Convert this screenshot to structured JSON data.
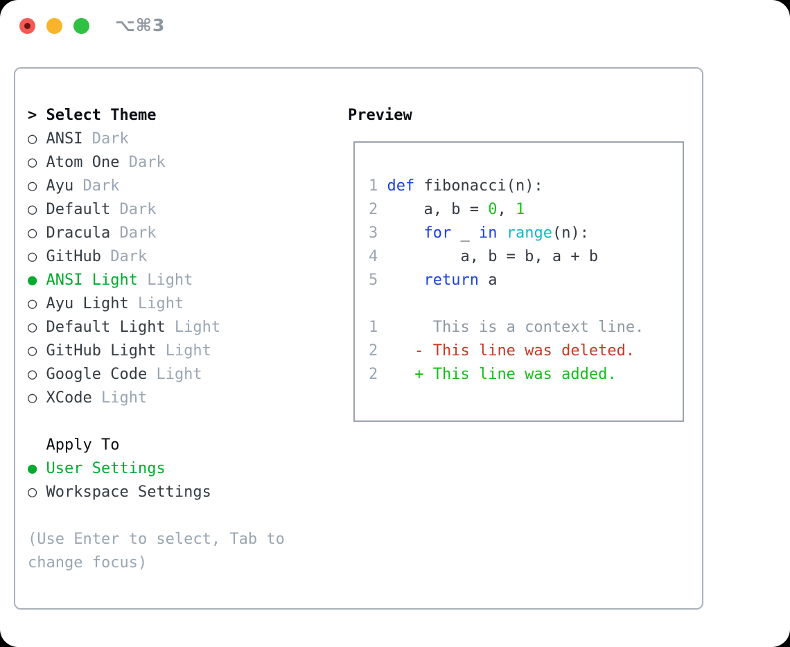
{
  "titlebar": {
    "shortcut_label": "⌥⌘3",
    "traffic_lights": [
      "close",
      "minimize",
      "zoom"
    ]
  },
  "icons": {
    "cursor": ">",
    "radio_on": "●",
    "radio_off": "○"
  },
  "theme_picker": {
    "title": "Select Theme",
    "items": [
      {
        "name": "ANSI",
        "variant": "Dark",
        "selected": false
      },
      {
        "name": "Atom One",
        "variant": "Dark",
        "selected": false
      },
      {
        "name": "Ayu",
        "variant": "Dark",
        "selected": false
      },
      {
        "name": "Default",
        "variant": "Dark",
        "selected": false
      },
      {
        "name": "Dracula",
        "variant": "Dark",
        "selected": false
      },
      {
        "name": "GitHub",
        "variant": "Dark",
        "selected": false
      },
      {
        "name": "ANSI Light",
        "variant": "Light",
        "selected": true
      },
      {
        "name": "Ayu Light",
        "variant": "Light",
        "selected": false
      },
      {
        "name": "Default Light",
        "variant": "Light",
        "selected": false
      },
      {
        "name": "GitHub Light",
        "variant": "Light",
        "selected": false
      },
      {
        "name": "Google Code",
        "variant": "Light",
        "selected": false
      },
      {
        "name": "XCode",
        "variant": "Light",
        "selected": false
      }
    ]
  },
  "apply_to": {
    "title": "Apply To",
    "options": [
      {
        "label": "User Settings",
        "selected": true
      },
      {
        "label": "Workspace Settings",
        "selected": false
      }
    ]
  },
  "help_lines": [
    "(Use Enter to select, Tab to",
    "change focus)"
  ],
  "preview": {
    "title": "Preview",
    "code_lines": [
      {
        "num": "1",
        "segments": [
          {
            "text": "def",
            "color": "keyword"
          },
          {
            "text": " fibonacci(n):",
            "color": "default"
          }
        ]
      },
      {
        "num": "2",
        "segments": [
          {
            "text": "    a, b = ",
            "color": "default"
          },
          {
            "text": "0",
            "color": "number"
          },
          {
            "text": ", ",
            "color": "default"
          },
          {
            "text": "1",
            "color": "number"
          }
        ]
      },
      {
        "num": "3",
        "segments": [
          {
            "text": "    ",
            "color": "default"
          },
          {
            "text": "for",
            "color": "keyword"
          },
          {
            "text": " _ ",
            "color": "default"
          },
          {
            "text": "in",
            "color": "keyword"
          },
          {
            "text": " ",
            "color": "default"
          },
          {
            "text": "range",
            "color": "builtin"
          },
          {
            "text": "(n):",
            "color": "default"
          }
        ]
      },
      {
        "num": "4",
        "segments": [
          {
            "text": "        a, b = b, a + b",
            "color": "default"
          }
        ]
      },
      {
        "num": "5",
        "segments": [
          {
            "text": "    ",
            "color": "default"
          },
          {
            "text": "return",
            "color": "keyword"
          },
          {
            "text": " a",
            "color": "default"
          }
        ]
      }
    ],
    "diff_lines": [
      {
        "num": "1",
        "marker": " ",
        "text": "This is a context line.",
        "kind": "context"
      },
      {
        "num": "2",
        "marker": "-",
        "text": "This line was deleted.",
        "kind": "deleted"
      },
      {
        "num": "2",
        "marker": "+",
        "text": "This line was added.",
        "kind": "added"
      }
    ]
  },
  "colors": {
    "selection_green": "#00ab2e",
    "keyword_blue": "#1c41e2",
    "builtin_cyan": "#14b6c8",
    "number_green": "#1dbd21",
    "deleted_red": "#c43b26",
    "added_green": "#17bd1d",
    "muted_gray": "#9aa6b3",
    "text_dark": "#343b42",
    "traffic_red": "#f25b53",
    "traffic_yellow": "#f8b42d",
    "traffic_green": "#30c144"
  }
}
